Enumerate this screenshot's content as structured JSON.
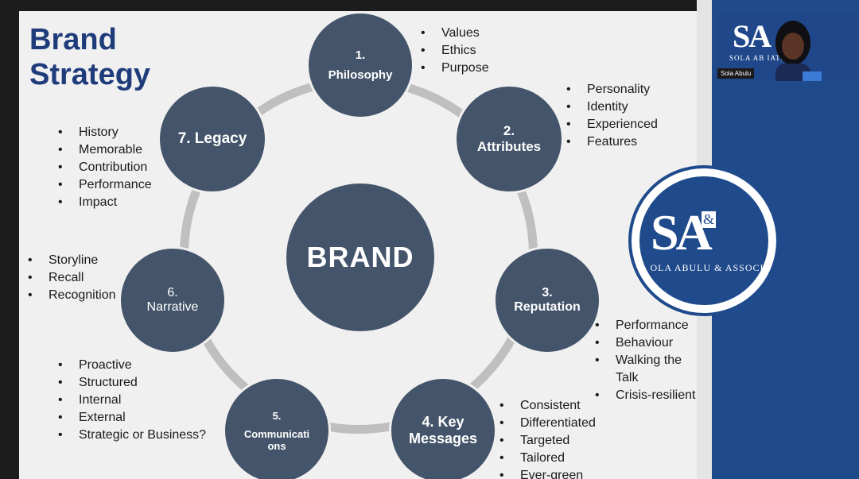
{
  "slide": {
    "title_line1": "Brand",
    "title_line2": "Strategy",
    "center": "BRAND",
    "nodes": [
      {
        "num": "1.",
        "label": "Philosophy"
      },
      {
        "num": "2.",
        "label": "Attributes"
      },
      {
        "num": "3.",
        "label": "Reputation"
      },
      {
        "line1": "4. Key",
        "line2": "Messages"
      },
      {
        "num": "5.",
        "line1": "Communicati",
        "line2": "ons"
      },
      {
        "num": "6.",
        "label": "Narrative"
      },
      {
        "label": "7. Legacy"
      }
    ],
    "lists": {
      "philosophy": [
        "Values",
        "Ethics",
        "Purpose"
      ],
      "attributes": [
        "Personality",
        "Identity",
        "Experienced",
        "Features"
      ],
      "reputation": [
        "Performance",
        "Behaviour",
        "Walking the",
        "Talk",
        "Crisis-resilient"
      ],
      "key_messages": [
        "Consistent",
        "Differentiated",
        "Targeted",
        "Tailored",
        "Ever-green"
      ],
      "communications": [
        "Proactive",
        "Structured",
        "Internal",
        "External",
        "Strategic or Business?"
      ],
      "narrative": [
        "Storyline",
        "Recall",
        "Recognition"
      ],
      "legacy": [
        "History",
        "Memorable",
        "Contribution",
        "Performance",
        "Impact"
      ]
    }
  },
  "video": {
    "name_tag": "Sola Abulu",
    "logo_mark": "SA",
    "logo_sub": "SOLA AB    IATES"
  },
  "logo": {
    "mark": "SA",
    "amp": "&",
    "firm": "OLA ABULU & ASSOCI"
  },
  "colors": {
    "node_fill": "#44546a",
    "ring": "#bfbfbf",
    "title": "#1f3c7a",
    "sidebar": "#1f4a8b"
  }
}
